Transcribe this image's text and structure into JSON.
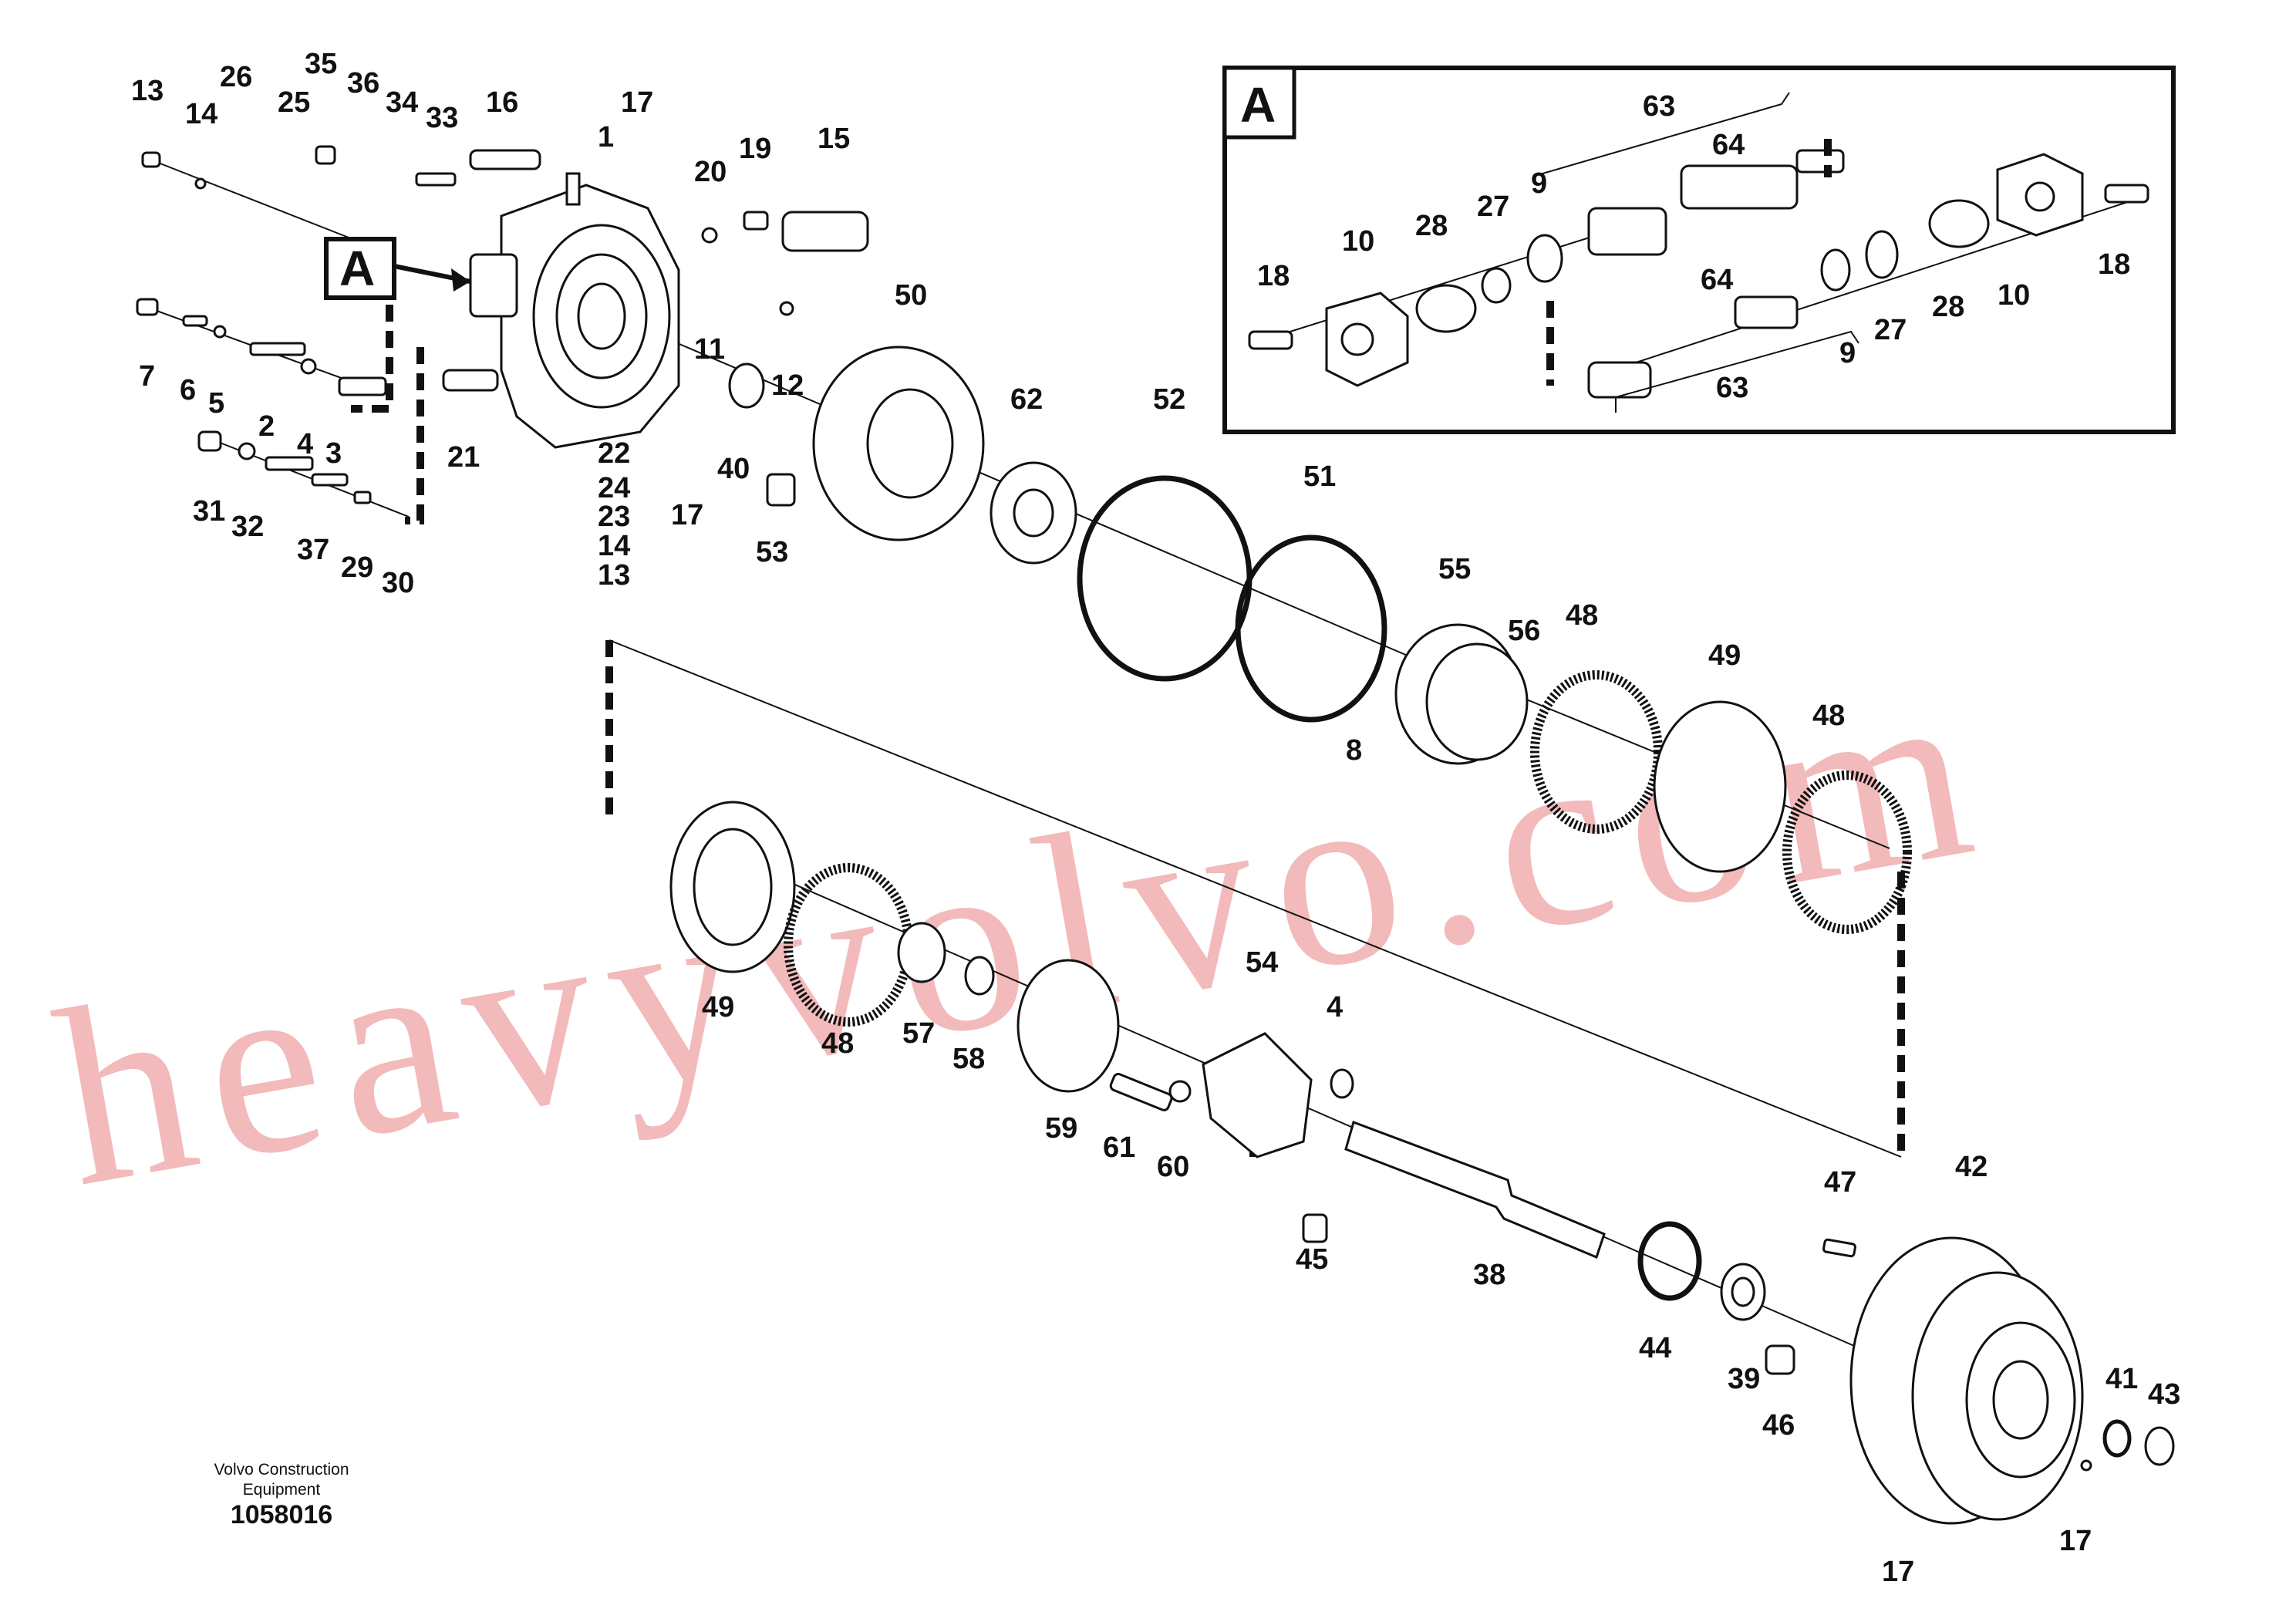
{
  "diagram": {
    "detail_box_label": "A",
    "callout_label": "A",
    "footer": {
      "manufacturer_line1": "Volvo Construction",
      "manufacturer_line2": "Equipment",
      "drawing_number": "1058016"
    },
    "watermark": "heavyvolvo.com",
    "part_labels": {
      "p1": "1",
      "p2": "2",
      "p3": "3",
      "p4": "4",
      "p5": "5",
      "p6": "6",
      "p7": "7",
      "p8": "8",
      "p11": "11",
      "p12": "12",
      "p13a": "13",
      "p13b": "13",
      "p14a": "14",
      "p14b": "14",
      "p15": "15",
      "p16": "16",
      "p17a": "17",
      "p17b": "17",
      "p17c": "17",
      "p17d": "17",
      "p19": "19",
      "p20": "20",
      "p21": "21",
      "p22": "22",
      "p23": "23",
      "p24": "24",
      "p25": "25",
      "p26": "26",
      "p29": "29",
      "p30": "30",
      "p31": "31",
      "p32": "32",
      "p33": "33",
      "p34": "34",
      "p35": "35",
      "p36": "36",
      "p37": "37",
      "p38": "38",
      "p39": "39",
      "p40": "40",
      "p41": "41",
      "p42": "42",
      "p43": "43",
      "p44": "44",
      "p45": "45",
      "p46": "46",
      "p47": "47",
      "p48a": "48",
      "p48b": "48",
      "p48c": "48",
      "p49a": "49",
      "p49b": "49",
      "p50": "50",
      "p51": "51",
      "p52": "52",
      "p53": "53",
      "p54": "54",
      "p55": "55",
      "p56": "56",
      "p57": "57",
      "p58": "58",
      "p59": "59",
      "p60": "60",
      "p61": "61",
      "p62": "62",
      "p4b": "4"
    },
    "detail_labels": {
      "d18a": "18",
      "d10a": "10",
      "d28a": "28",
      "d27a": "27",
      "d9a": "9",
      "d63a": "63",
      "d64a": "64",
      "d64b": "64",
      "d9b": "9",
      "d27b": "27",
      "d28b": "28",
      "d10b": "10",
      "d18b": "18",
      "d63b": "63"
    }
  }
}
